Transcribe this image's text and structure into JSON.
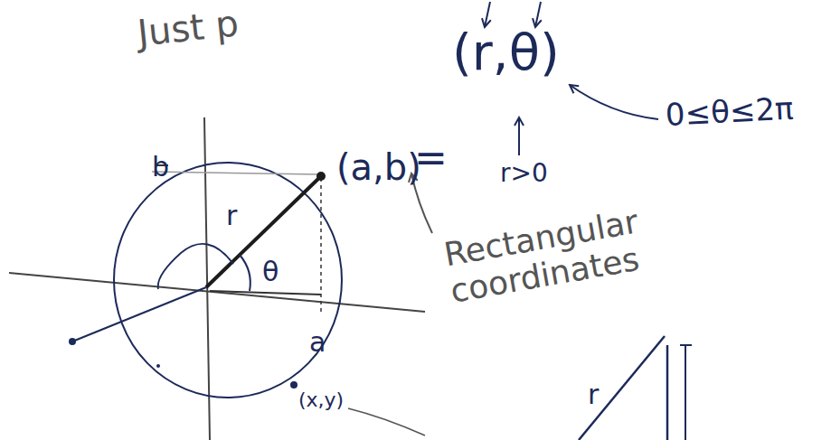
{
  "diagram": {
    "labels": [
      "Just p",
      "(a,b)",
      "=",
      "(r,θ)",
      "0≤θ≤2π",
      "r>0",
      "Rectangular coordinates",
      "b",
      "r",
      "θ",
      "a",
      "(x,y)",
      "r"
    ]
  }
}
